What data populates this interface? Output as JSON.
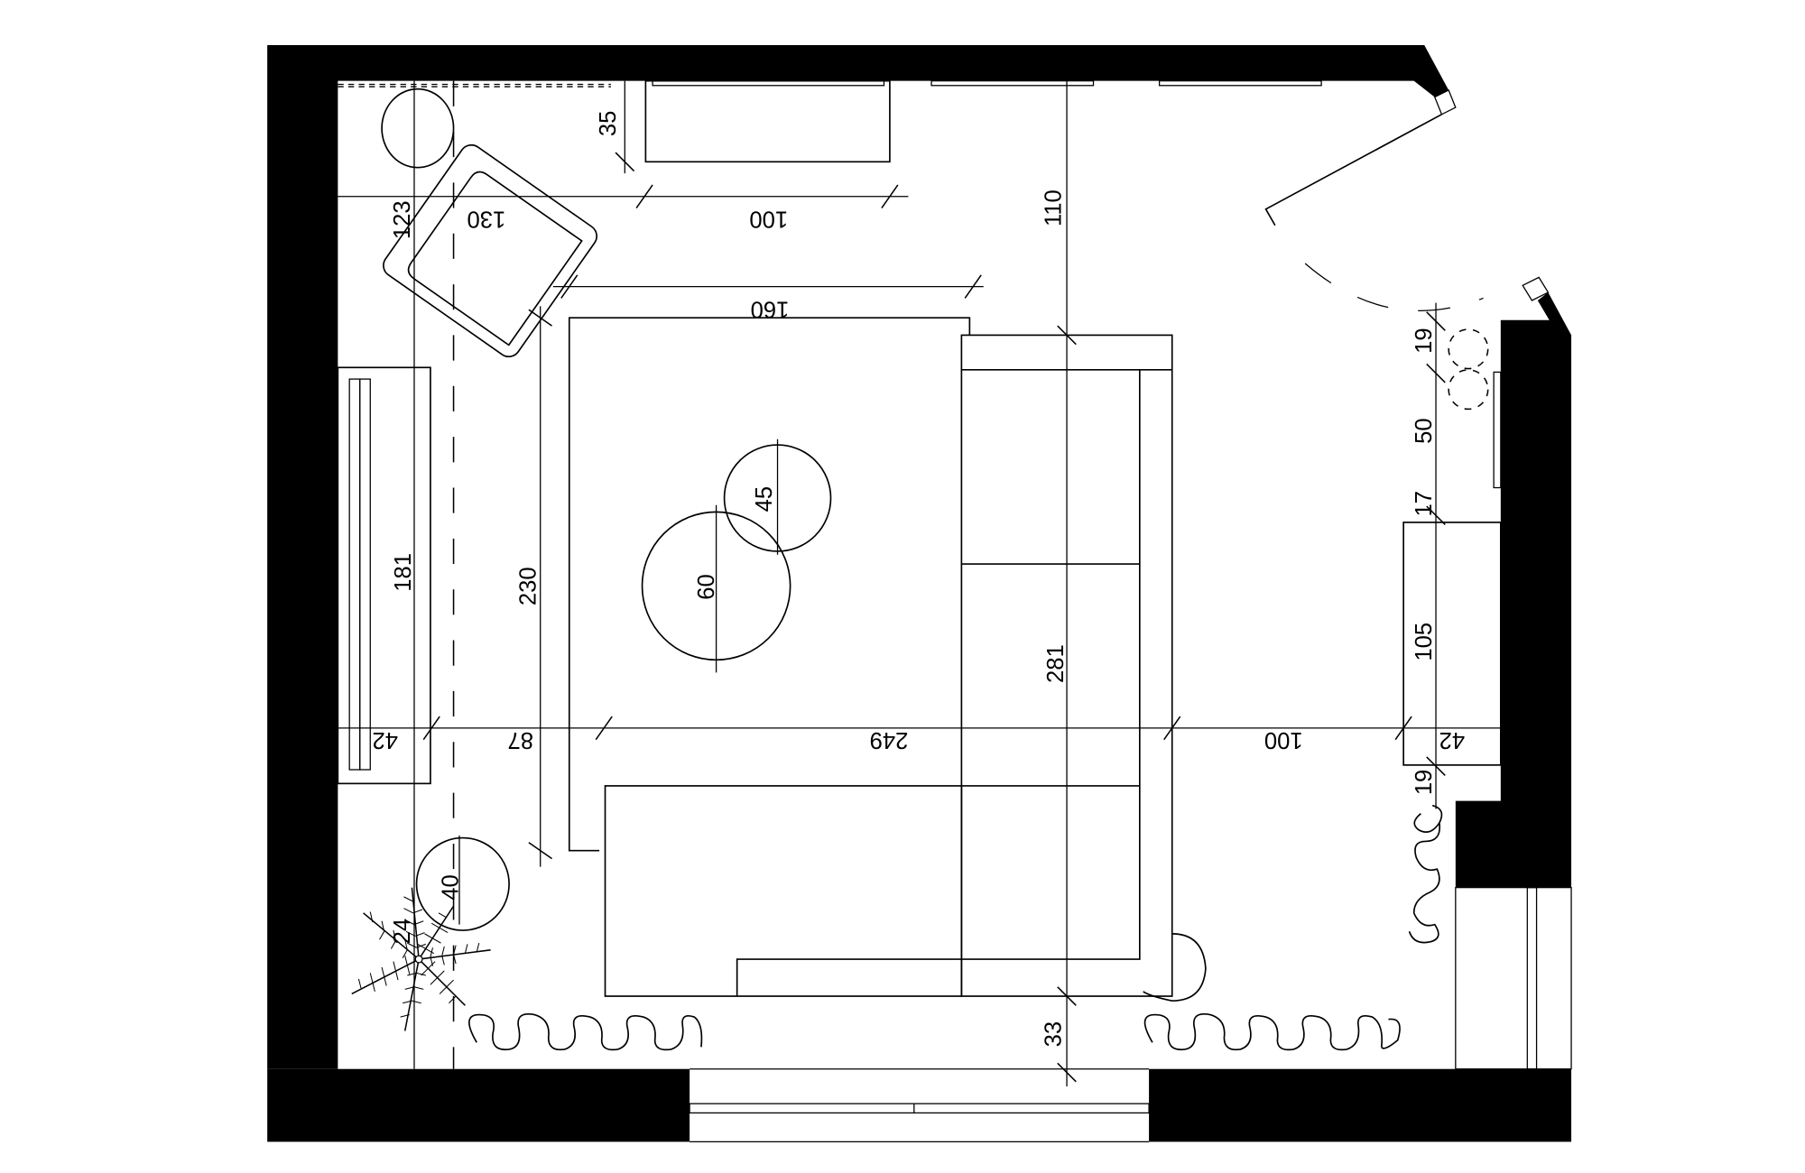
{
  "drawing": {
    "type": "floor-plan",
    "units": "cm",
    "colors": {
      "wall": "#000000",
      "line": "#000000",
      "background": "#ffffff"
    }
  },
  "dimensions": {
    "shelf_depth_top": "35",
    "shelf_width_top": "100",
    "armchair_offset": "123",
    "armchair_width": "130",
    "rug_width": "160",
    "sofa_offset_top": "110",
    "tv_unit_length": "181",
    "rug_length": "230",
    "table_small": "45",
    "table_large": "60",
    "sofa_length": "281",
    "tv_unit_depth": "42",
    "walkway_left": "87",
    "sofa_span": "249",
    "walkway_right": "100",
    "cabinet_depth": "42",
    "gap_top_right": "19",
    "mirror_length": "50",
    "gap_mid_right": "17",
    "cabinet_length": "105",
    "gap_bottom_right": "19",
    "side_table": "40",
    "plant_offset": "24",
    "sofa_to_wall": "33"
  },
  "elements": [
    "walls",
    "window-top",
    "door-top-right",
    "armchair",
    "floor-lamp",
    "tv-unit",
    "rug",
    "coffee-table-small",
    "coffee-table-large",
    "corner-sofa",
    "side-table",
    "palm-plant",
    "curtain-bottom-left",
    "curtain-bottom-right",
    "curtain-right",
    "cabinet-right",
    "mirror-right",
    "window-bottom",
    "window-right"
  ]
}
